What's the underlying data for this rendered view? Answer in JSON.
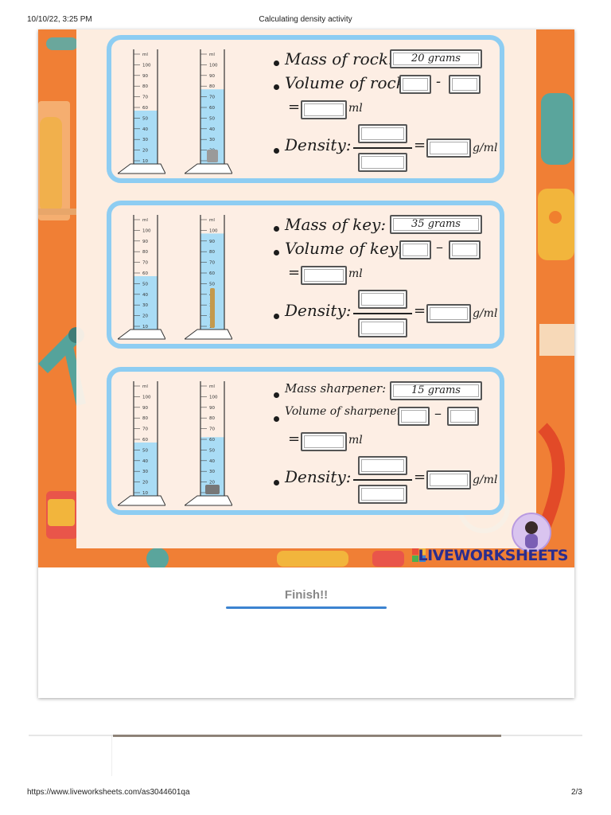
{
  "print_header": {
    "date": "10/10/22, 3:25 PM",
    "title": "Calculating density activity"
  },
  "print_footer": {
    "url": "https://www.liveworksheets.com/as3044601qa",
    "page": "2/3"
  },
  "worksheet": {
    "cylinder_ticks": [
      "ml",
      "100",
      "90",
      "80",
      "70",
      "60",
      "50",
      "40",
      "30",
      "20",
      "10"
    ],
    "cards": [
      {
        "mass_label": "Mass of rock:",
        "mass_value": "20 grams",
        "volume_label": "Volume of rock:",
        "minus": "-",
        "equals": "=",
        "volume_unit": "ml",
        "density_label": "Density:",
        "density_unit": "g/ml",
        "water_level_before_ml": 50,
        "water_level_after_ml": 70
      },
      {
        "mass_label": "Mass of key:",
        "mass_value": "35 grams",
        "volume_label": "Volume of key:",
        "minus": "–",
        "equals": "=",
        "volume_unit": "ml",
        "density_label": "Density:",
        "density_unit": "g/ml",
        "water_level_before_ml": 50,
        "water_level_after_ml": 90
      },
      {
        "mass_label": "Mass sharpener:",
        "mass_value": "15 grams",
        "volume_label": "Volume of sharpener:",
        "minus": "–",
        "equals": "=",
        "volume_unit": "ml",
        "density_label": "Density:",
        "density_unit": "g/ml",
        "water_level_before_ml": 50,
        "water_level_after_ml": 55
      }
    ],
    "brand": "LIVEWORKSHEETS",
    "colors": {
      "background": "#f07f35",
      "card_border": "#8ecdf2",
      "water": "#a9dcf5",
      "brand": "#2b2d8e"
    }
  },
  "finish_button": {
    "label": "Finish!!"
  }
}
